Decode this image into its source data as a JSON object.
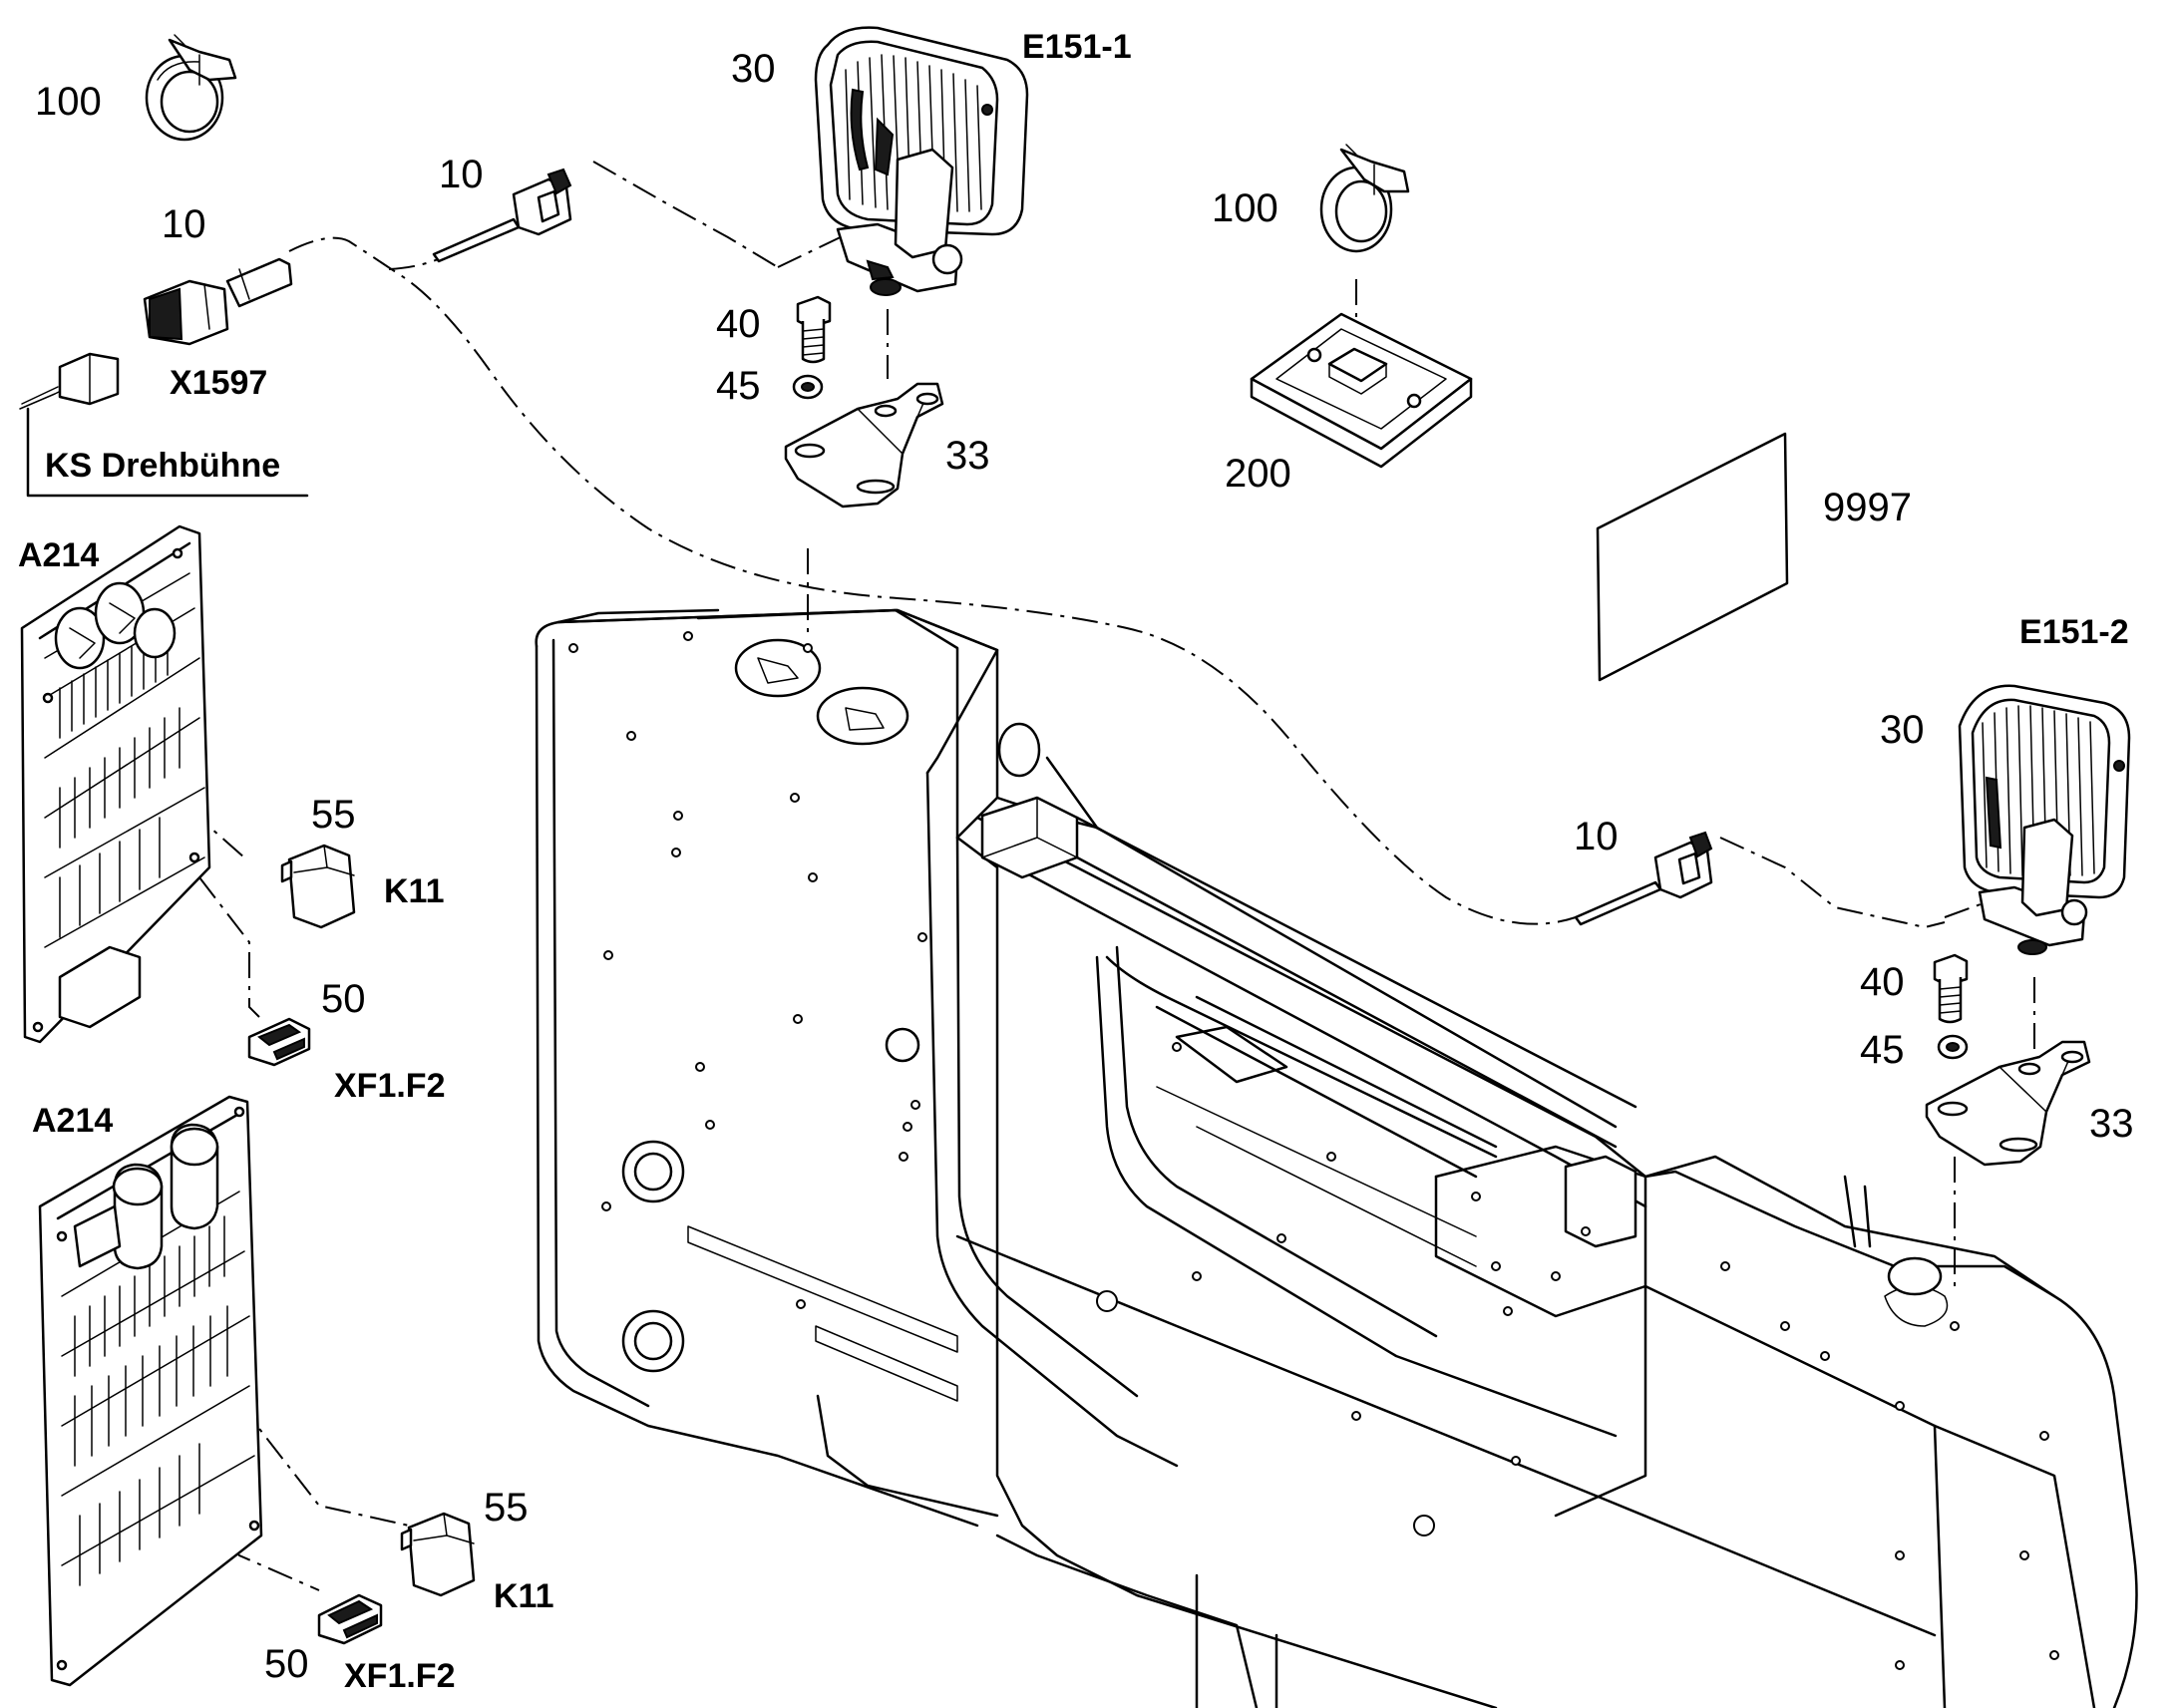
{
  "labels": {
    "clip_top_left_num": "100",
    "connector_left_num": "10",
    "connector_left_top_num": "10",
    "x1597": "X1597",
    "ks_drehbuehne": "KS Drehbühne",
    "lamp1_num": "30",
    "lamp1_des": "E151-1",
    "bolt1_num": "40",
    "washer1_num": "45",
    "bracket1_num": "33",
    "clip_center_num": "100",
    "tie_mount_num": "200",
    "doc_num": "9997",
    "lamp2_des": "E151-2",
    "lamp2_num": "30",
    "connector_right_num": "10",
    "bolt2_num": "40",
    "washer2_num": "45",
    "bracket2_num": "33",
    "a214_top": "A214",
    "relay1_num": "55",
    "relay1_des": "K11",
    "fuse1_num": "50",
    "fuse1_des": "XF1.F2",
    "a214_bottom": "A214",
    "relay2_num": "55",
    "relay2_des": "K11",
    "fuse2_num": "50",
    "fuse2_des": "XF1.F2"
  },
  "icons": [
    "hose-clamp",
    "plug-connector",
    "work-lamp",
    "bolt",
    "washer",
    "mounting-bracket",
    "cable-tie-mount",
    "document",
    "control-board",
    "relay",
    "fuse",
    "platform-frame"
  ]
}
